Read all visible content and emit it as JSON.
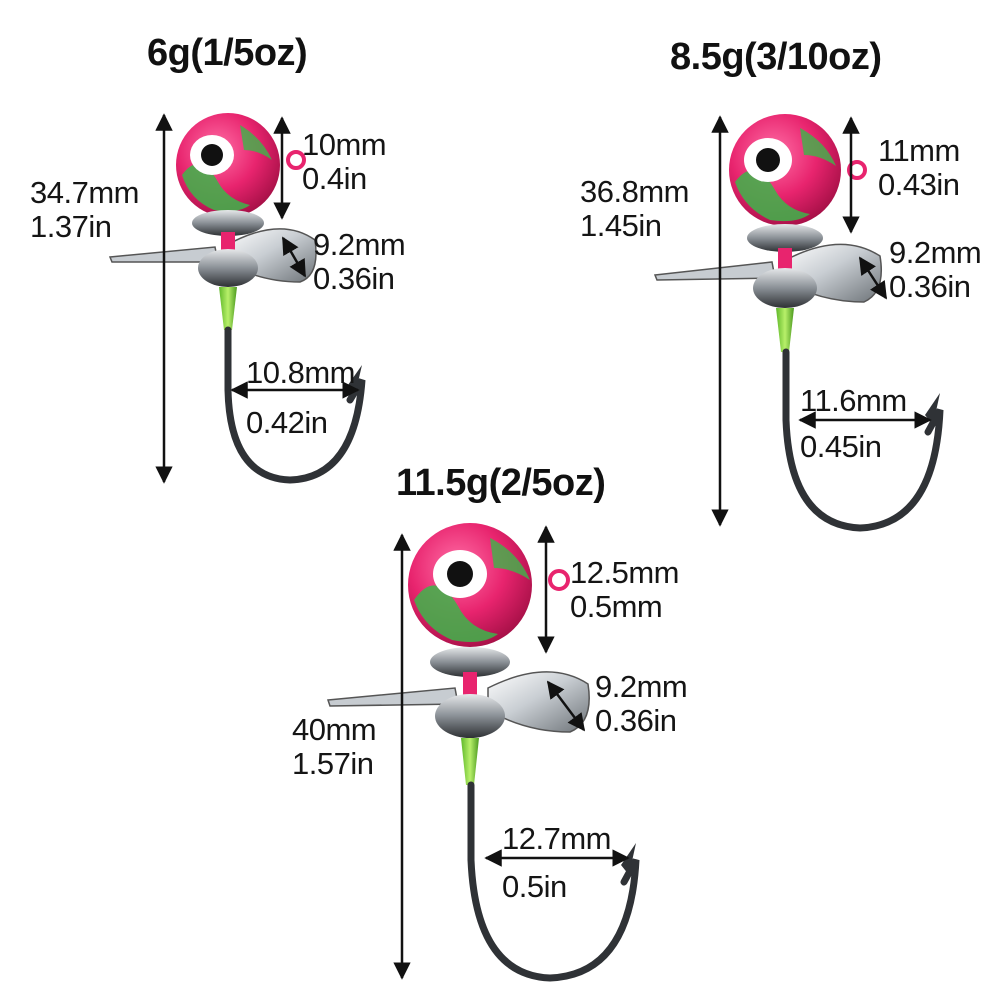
{
  "colors": {
    "head": "#e8246e",
    "head_dark": "#b8124e",
    "pattern": "#3db54a",
    "eye_ring": "#ffffff",
    "pupil": "#111111",
    "metal": "#9aa0a6",
    "metal_dark": "#3a3d40",
    "tube": "#8fdc3a",
    "hook": "#2f3236",
    "dimension_line": "#111111",
    "text": "#151515"
  },
  "lures": [
    {
      "title": "6g(1/5oz)",
      "overall_mm": "34.7mm",
      "overall_in": "1.37in",
      "head_mm": "10mm",
      "head_in": "0.4in",
      "blade_mm": "9.2mm",
      "blade_in": "0.36in",
      "gap_mm": "10.8mm",
      "gap_in": "0.42in"
    },
    {
      "title": "8.5g(3/10oz)",
      "overall_mm": "36.8mm",
      "overall_in": "1.45in",
      "head_mm": "11mm",
      "head_in": "0.43in",
      "blade_mm": "9.2mm",
      "blade_in": "0.36in",
      "gap_mm": "11.6mm",
      "gap_in": "0.45in"
    },
    {
      "title": "11.5g(2/5oz)",
      "overall_mm": "40mm",
      "overall_in": "1.57in",
      "head_mm": "12.5mm",
      "head_in": "0.5mm",
      "blade_mm": "9.2mm",
      "blade_in": "0.36in",
      "gap_mm": "12.7mm",
      "gap_in": "0.5in"
    }
  ]
}
